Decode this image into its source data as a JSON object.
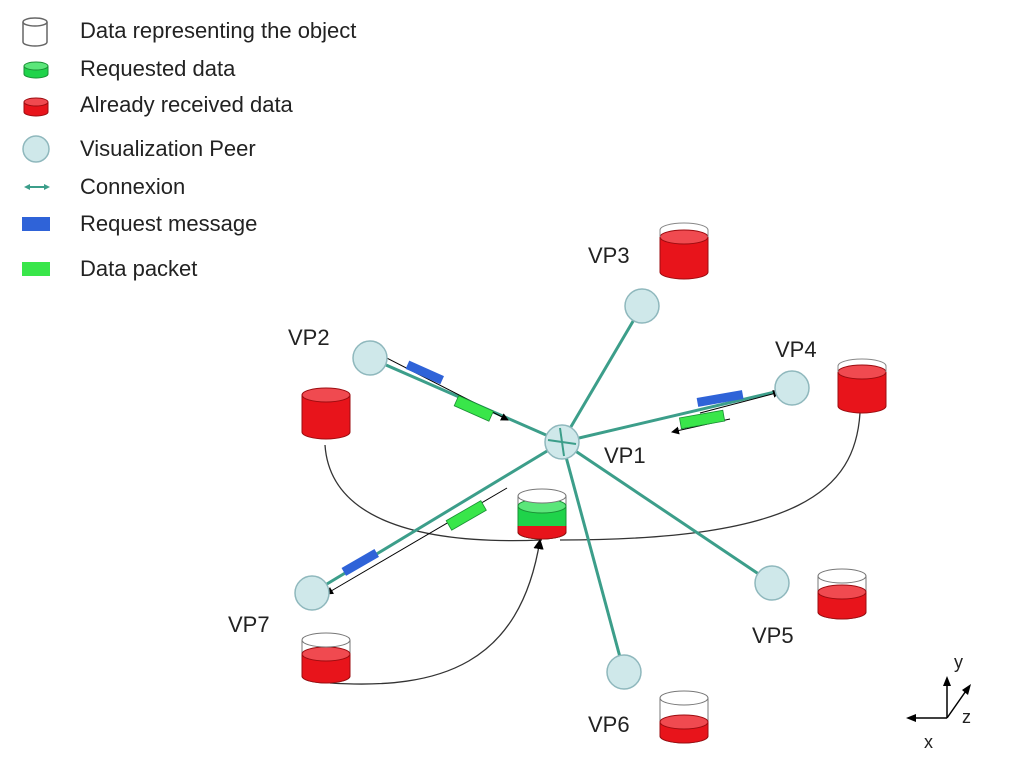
{
  "legend": {
    "items": [
      {
        "id": "object-data",
        "label": "Data representing the object",
        "icon": "empty-cylinder-icon"
      },
      {
        "id": "requested",
        "label": "Requested data",
        "icon": "green-cylinder-icon"
      },
      {
        "id": "received",
        "label": "Already received data",
        "icon": "red-cylinder-icon"
      },
      {
        "id": "peer",
        "label": "Visualization Peer",
        "icon": "peer-circle-icon"
      },
      {
        "id": "connexion",
        "label": "Connexion",
        "icon": "double-arrow-icon"
      },
      {
        "id": "request-msg",
        "label": "Request message",
        "icon": "blue-rect-icon"
      },
      {
        "id": "data-packet",
        "label": "Data packet",
        "icon": "green-rect-icon"
      }
    ]
  },
  "peers": [
    {
      "id": "VP1",
      "label": "VP1"
    },
    {
      "id": "VP2",
      "label": "VP2"
    },
    {
      "id": "VP3",
      "label": "VP3"
    },
    {
      "id": "VP4",
      "label": "VP4"
    },
    {
      "id": "VP5",
      "label": "VP5"
    },
    {
      "id": "VP6",
      "label": "VP6"
    },
    {
      "id": "VP7",
      "label": "VP7"
    }
  ],
  "axes": {
    "x": "x",
    "y": "y",
    "z": "z"
  },
  "colors": {
    "connection": "#3c9e8a",
    "peer_fill": "#cfe8ea",
    "peer_stroke": "#8fb8bd",
    "received": "#e8141b",
    "requested": "#1fd34a",
    "request_msg": "#2f63d8",
    "data_packet": "#39e64a"
  }
}
